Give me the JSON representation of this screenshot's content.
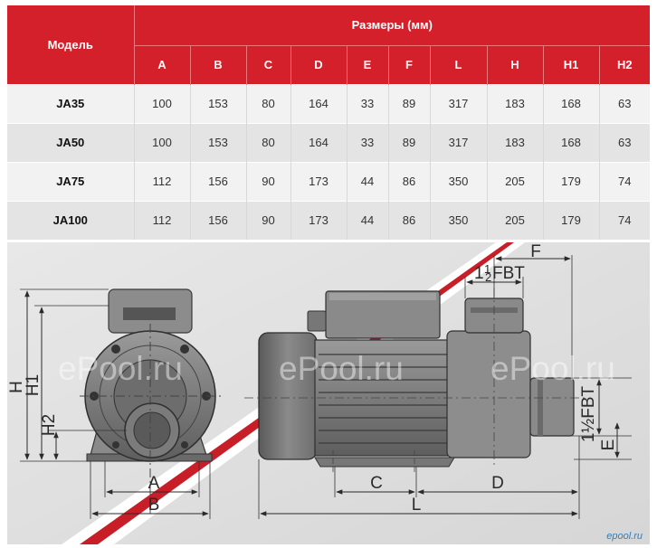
{
  "table": {
    "model_header": "Модель",
    "dims_header": "Размеры (мм)",
    "columns": [
      "A",
      "B",
      "C",
      "D",
      "E",
      "F",
      "L",
      "H",
      "H1",
      "H2"
    ],
    "rows": [
      {
        "model": "JA35",
        "values": [
          "100",
          "153",
          "80",
          "164",
          "33",
          "89",
          "317",
          "183",
          "168",
          "63"
        ]
      },
      {
        "model": "JA50",
        "values": [
          "100",
          "153",
          "80",
          "164",
          "33",
          "89",
          "317",
          "183",
          "168",
          "63"
        ]
      },
      {
        "model": "JA75",
        "values": [
          "112",
          "156",
          "90",
          "173",
          "44",
          "86",
          "350",
          "205",
          "179",
          "74"
        ]
      },
      {
        "model": "JA100",
        "values": [
          "112",
          "156",
          "90",
          "173",
          "44",
          "86",
          "350",
          "205",
          "179",
          "74"
        ]
      }
    ]
  },
  "drawing": {
    "labels": {
      "H": "H",
      "H1": "H1",
      "H2": "H2",
      "A": "A",
      "B": "B",
      "C": "C",
      "D": "D",
      "L": "L",
      "F": "F",
      "E": "E",
      "thread_top_main": "1",
      "thread_top_frac_num": "1",
      "thread_top_frac_den": "2",
      "thread_top_fbt": "FBT",
      "thread_side": "1½FBT"
    },
    "watermarks": [
      "ePool.ru",
      "ePool.ru",
      "ePool.ru"
    ],
    "logo": "epool.ru"
  }
}
